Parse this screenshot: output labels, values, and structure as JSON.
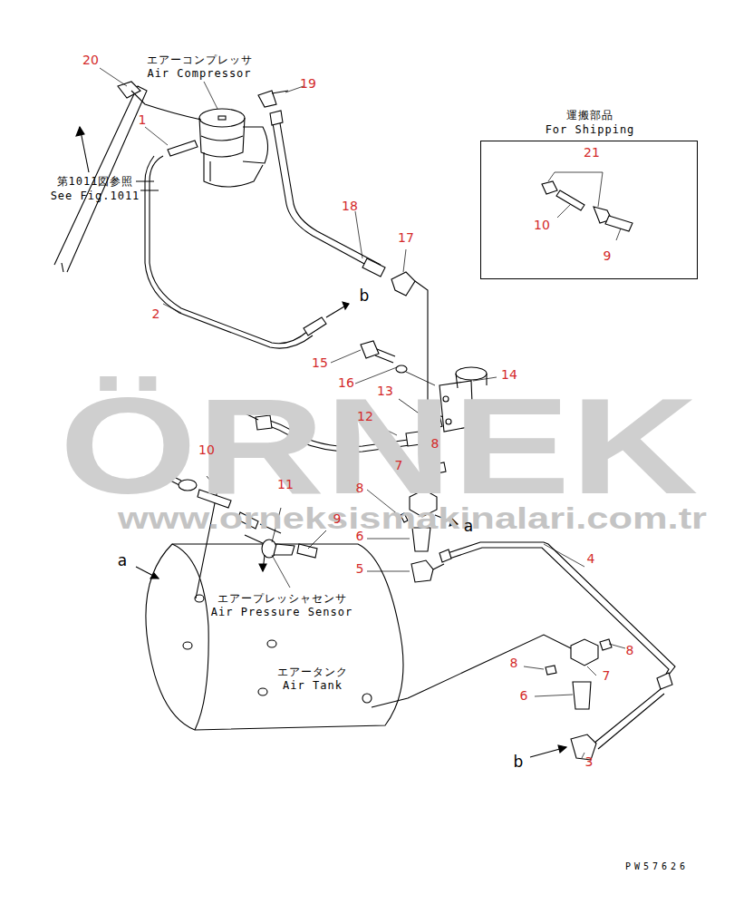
{
  "diagram": {
    "nodes": [
      {
        "text": [
          "運搬部品",
          "For Shipping",
          "21",
          "10",
          "9"
        ]
      }
    ],
    "labels": [
      "20",
      "エアーコンプレッサ",
      "Air Compressor",
      "19",
      "1",
      "第1011図参照",
      "See Fig.1011",
      "18",
      "17",
      "2",
      "b",
      "15",
      "16",
      "13",
      "14",
      "12",
      "8",
      "10",
      "7",
      "11",
      "8",
      "a",
      "9",
      "6",
      "5",
      "4",
      "a",
      "エアープレッシャセンサ",
      "Air Pressure Sensor",
      "エアータンク",
      "Air Tank",
      "8",
      "7",
      "8",
      "6",
      "3",
      "b",
      "PW57626",
      "ÖRNEK",
      "www.orneksismakinalari.com.tr"
    ]
  }
}
